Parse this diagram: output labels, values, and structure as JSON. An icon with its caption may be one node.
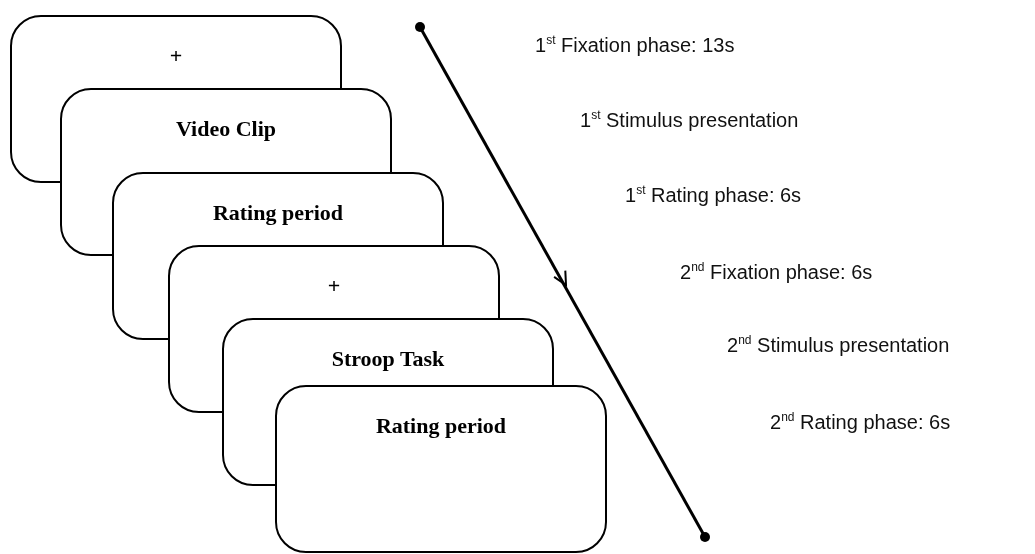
{
  "diagram": {
    "nodes": [
      {
        "text": [
          "+"
        ]
      },
      {
        "text": [
          "Video Clip"
        ]
      },
      {
        "text": [
          "Rating period"
        ]
      },
      {
        "text": [
          "+"
        ]
      },
      {
        "text": [
          "Stroop Task"
        ]
      },
      {
        "text": [
          "Rating period"
        ]
      }
    ],
    "edges": [],
    "labels": [
      "1$^{st}$ Fixation phase: 13s",
      "1$^{st}$ Stimulus presentation",
      "1$^{st}$ Rating phase: 6s",
      "2$^{nd}$ Fixation phase: 6s",
      "2$^{nd}$ Stimulus presentation",
      "2$^{nd}$ Rating phase: 6s"
    ]
  }
}
